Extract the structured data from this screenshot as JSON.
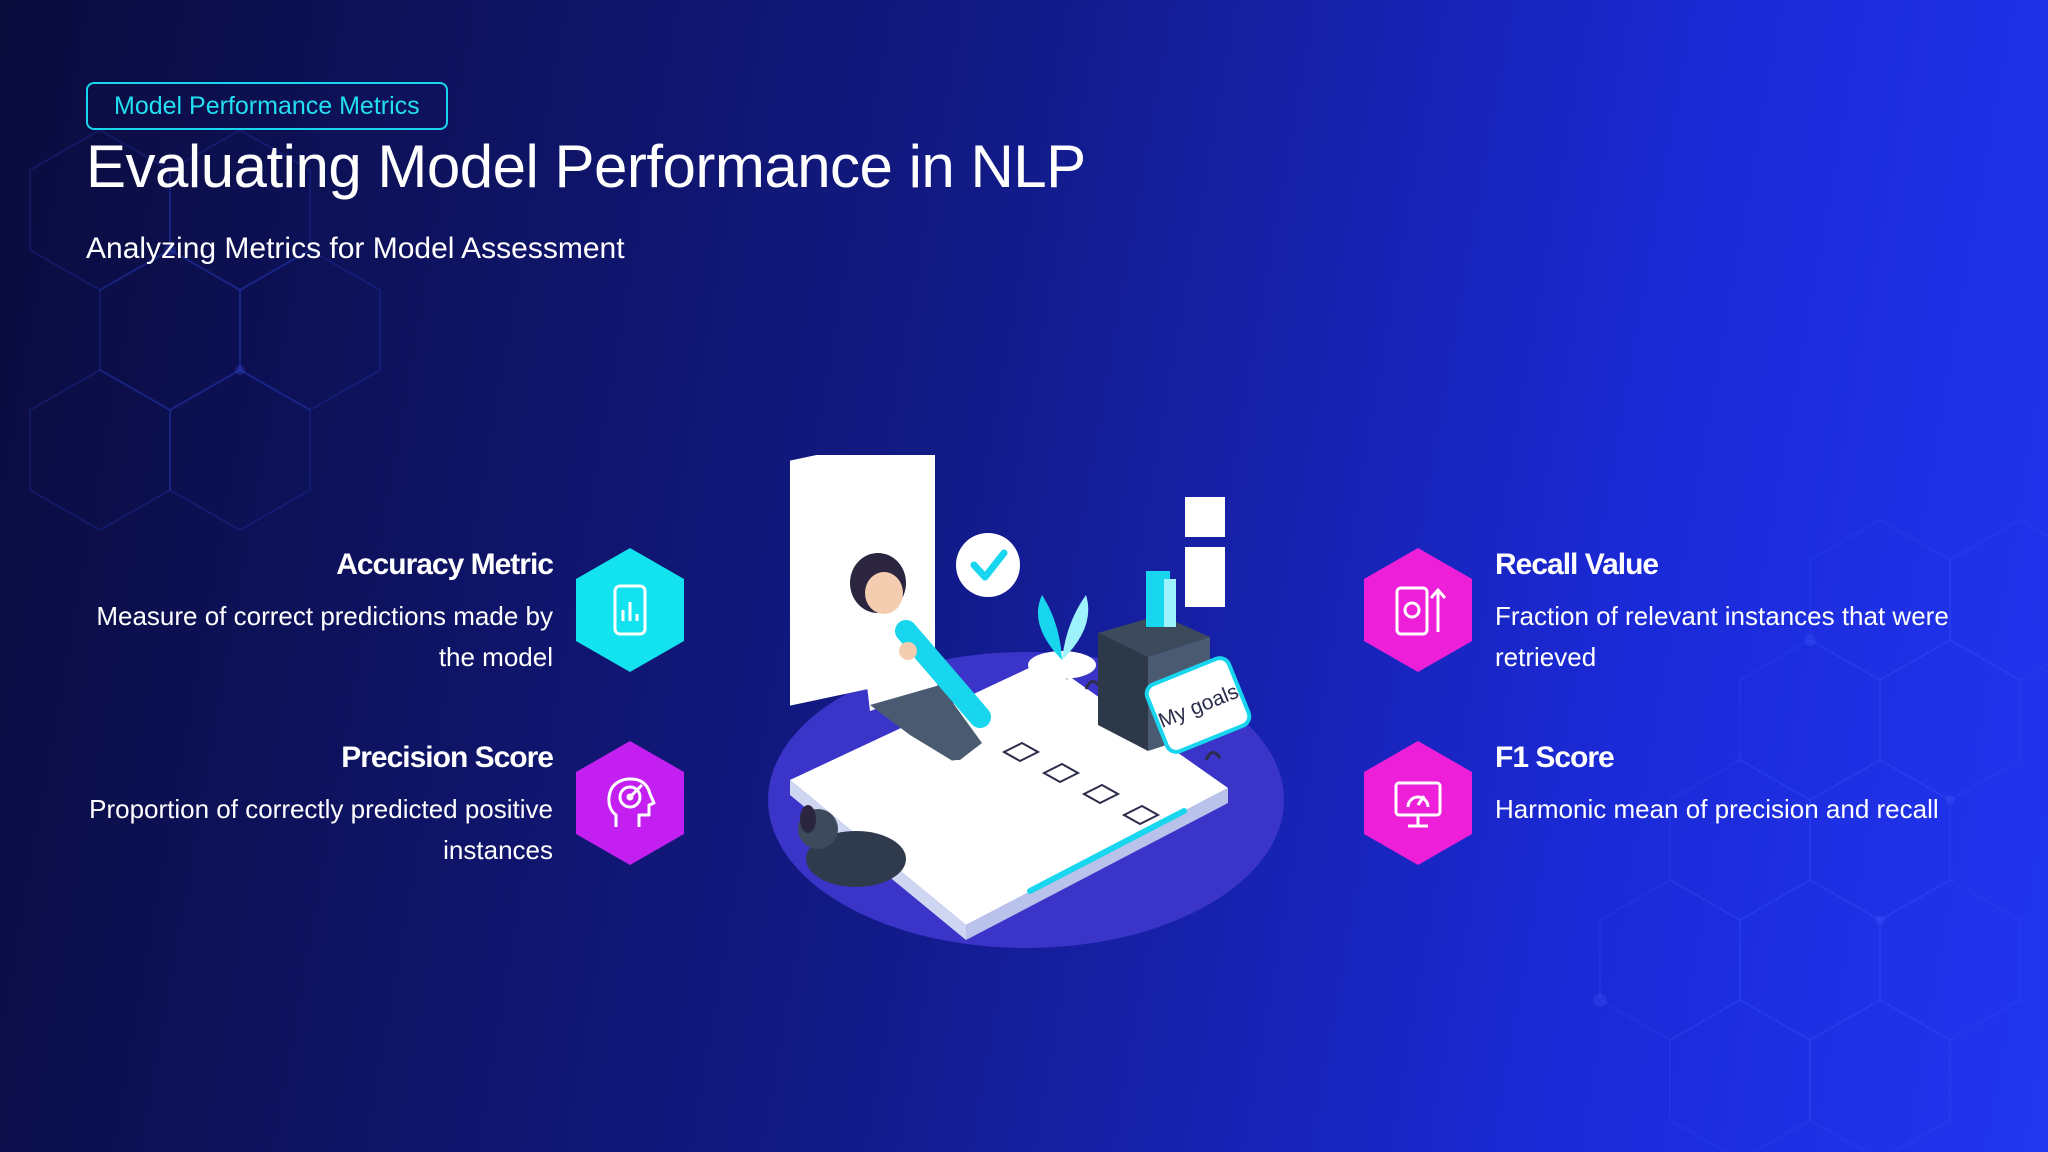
{
  "header": {
    "tag": "Model Performance Metrics",
    "title": "Evaluating Model Performance in NLP",
    "subtitle": "Analyzing Metrics for Model Assessment"
  },
  "metrics": [
    {
      "title": "Accuracy Metric",
      "description": "Measure of correct predictions made by the model",
      "icon": "phone-chart-icon",
      "color": "#12e3ee"
    },
    {
      "title": "Precision Score",
      "description": "Proportion of correctly predicted positive instances",
      "icon": "head-target-icon",
      "color": "#c21ff0"
    },
    {
      "title": "Recall Value",
      "description": "Fraction of relevant instances that were retrieved",
      "icon": "device-upload-icon",
      "color": "#ee1fd8"
    },
    {
      "title": "F1 Score",
      "description": "Harmonic mean of precision and recall",
      "icon": "monitor-gauge-icon",
      "color": "#ee1fd8"
    }
  ],
  "illustration": {
    "sticker_text": "My goals"
  },
  "colors": {
    "accent_cyan": "#18d6ee",
    "accent_magenta": "#ee1fd8",
    "accent_purple": "#c21ff0",
    "background_dark": "#0a0c3c",
    "background_bright": "#2236f0"
  }
}
